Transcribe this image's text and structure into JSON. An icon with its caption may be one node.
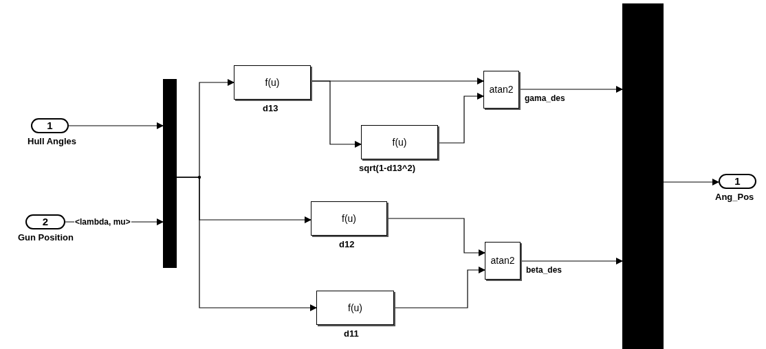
{
  "diagram": {
    "nodes": [
      {
        "text": [
          "1"
        ],
        "beside": [
          "Hull Angles"
        ]
      },
      {
        "text": [
          "2"
        ],
        "beside": [
          "Gun Position"
        ]
      },
      {
        "text": [],
        "shape": "bar"
      },
      {
        "text": [
          "f(u)"
        ],
        "beside": [
          "d13"
        ]
      },
      {
        "text": [
          "f(u)"
        ],
        "beside": [
          "sqrt(1-d13^2)"
        ]
      },
      {
        "text": [
          "atan2"
        ]
      },
      {
        "text": [
          "f(u)"
        ],
        "beside": [
          "d12"
        ]
      },
      {
        "text": [
          "f(u)"
        ],
        "beside": [
          "d11"
        ]
      },
      {
        "text": [
          "atan2"
        ]
      },
      {
        "text": [],
        "shape": "bar"
      },
      {
        "text": [
          "1"
        ],
        "beside": [
          "Ang_Pos"
        ]
      }
    ],
    "edges": [
      {
        "from": 0,
        "to": 2,
        "arrow": "to"
      },
      {
        "from": 1,
        "to": 2,
        "arrow": "to",
        "label": "<lambda, mu>"
      },
      {
        "from": 2,
        "to": 3,
        "arrow": "to"
      },
      {
        "from": 2,
        "to": 6,
        "arrow": "to"
      },
      {
        "from": 2,
        "to": 7,
        "arrow": "to"
      },
      {
        "from": 3,
        "to": 5,
        "arrow": "to"
      },
      {
        "from": 3,
        "to": 4,
        "arrow": "to"
      },
      {
        "from": 4,
        "to": 5,
        "arrow": "to"
      },
      {
        "from": 6,
        "to": 8,
        "arrow": "to"
      },
      {
        "from": 7,
        "to": 8,
        "arrow": "to"
      },
      {
        "from": 5,
        "to": 9,
        "arrow": "to",
        "label": "gama_des"
      },
      {
        "from": 8,
        "to": 9,
        "arrow": "to",
        "label": "beta_des"
      },
      {
        "from": 9,
        "to": 10,
        "arrow": "to"
      }
    ]
  }
}
